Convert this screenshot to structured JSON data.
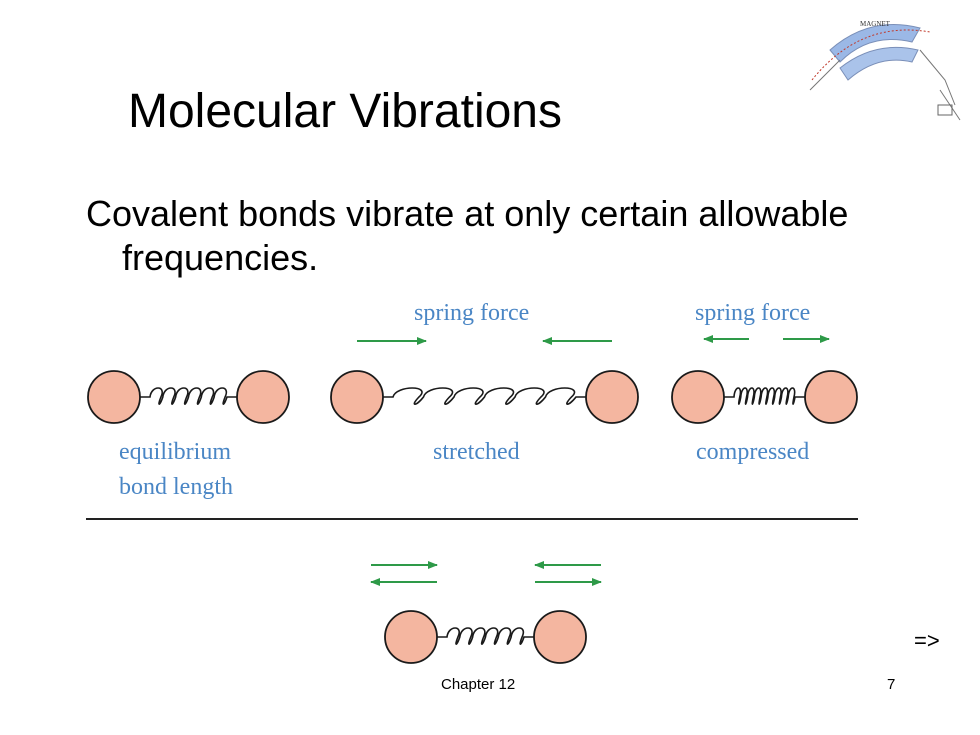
{
  "slide": {
    "title": "Molecular Vibrations",
    "bullet": "Covalent bonds vibrate at only certain allowable frequencies.",
    "footer": "Chapter 12",
    "page_number": "7",
    "next_marker": "=>"
  },
  "logo": {
    "text": "MAGNET",
    "color": "#9bb8e6"
  },
  "figure": {
    "labels": {
      "spring_force_1": "spring force",
      "spring_force_2": "spring force",
      "equilibrium_1": "equilibrium",
      "equilibrium_2": "bond length",
      "stretched": "stretched",
      "compressed": "compressed"
    },
    "colors": {
      "atom_fill": "#f4b6a0",
      "atom_stroke": "#1a1a1a",
      "arrow": "#2e9a48",
      "label": "#4a86c5"
    }
  }
}
